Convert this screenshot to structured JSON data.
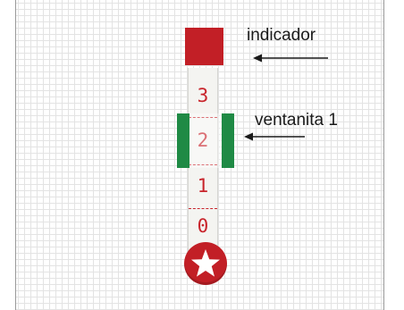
{
  "scale": {
    "numbers": [
      "3",
      "2",
      "1",
      "0"
    ]
  },
  "labels": {
    "indicator": "indicador",
    "window": "ventanita 1"
  },
  "colors": {
    "red": "#c21f26",
    "green": "#1f8a45",
    "text_red": "#c8242b"
  },
  "icons": {
    "button": "star-icon"
  }
}
